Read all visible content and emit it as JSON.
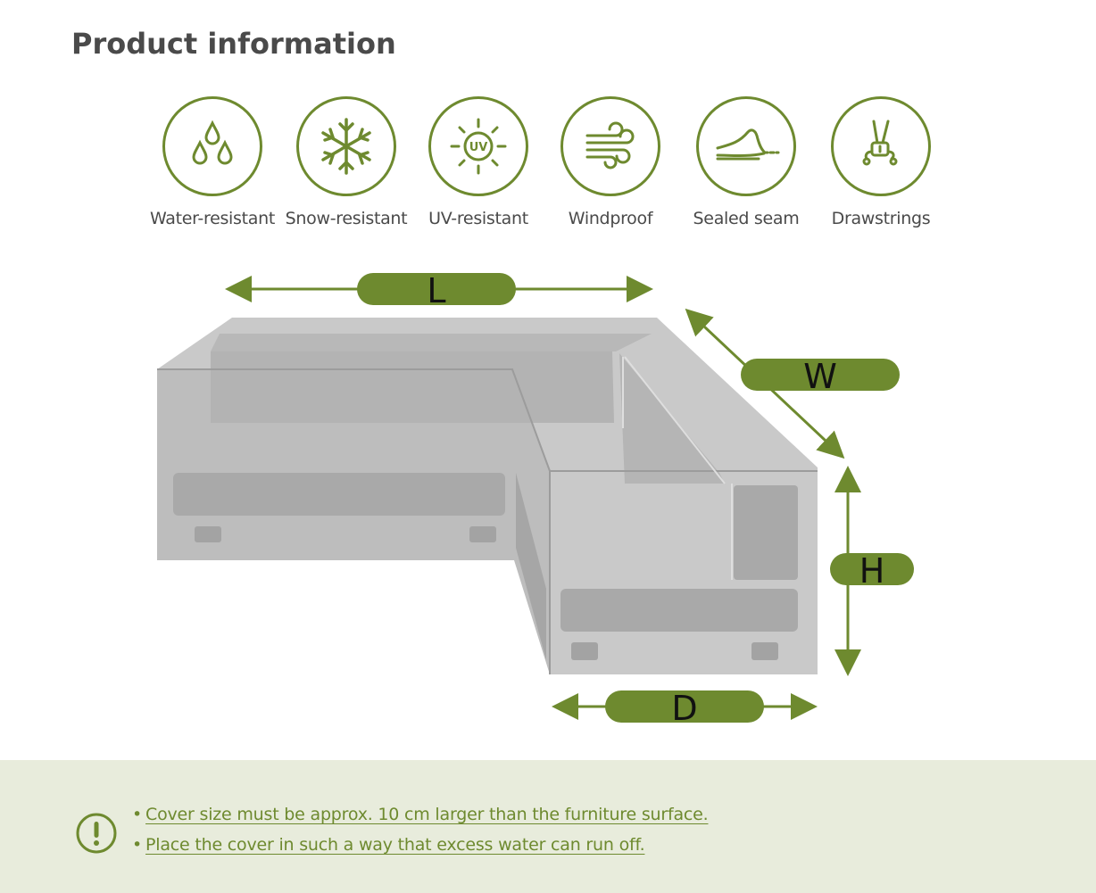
{
  "title": "Product information",
  "accent_color": "#6e8a2f",
  "features": [
    {
      "label": "Water-resistant",
      "icon": "water-drops-icon"
    },
    {
      "label": "Snow-resistant",
      "icon": "snowflake-icon"
    },
    {
      "label": "UV-resistant",
      "icon": "uv-sun-icon",
      "icon_text": "UV"
    },
    {
      "label": "Windproof",
      "icon": "wind-icon"
    },
    {
      "label": "Sealed seam",
      "icon": "sealed-seam-icon"
    },
    {
      "label": "Drawstrings",
      "icon": "drawstring-icon"
    }
  ],
  "dimensions": {
    "length": "L",
    "width": "W",
    "height": "H",
    "depth": "D"
  },
  "notes": [
    "Cover size must be approx. 10 cm larger than the furniture surface.",
    "Place the cover in such a way that excess water can run off."
  ],
  "bullet": "•",
  "warning_icon": "exclamation-circle-icon"
}
